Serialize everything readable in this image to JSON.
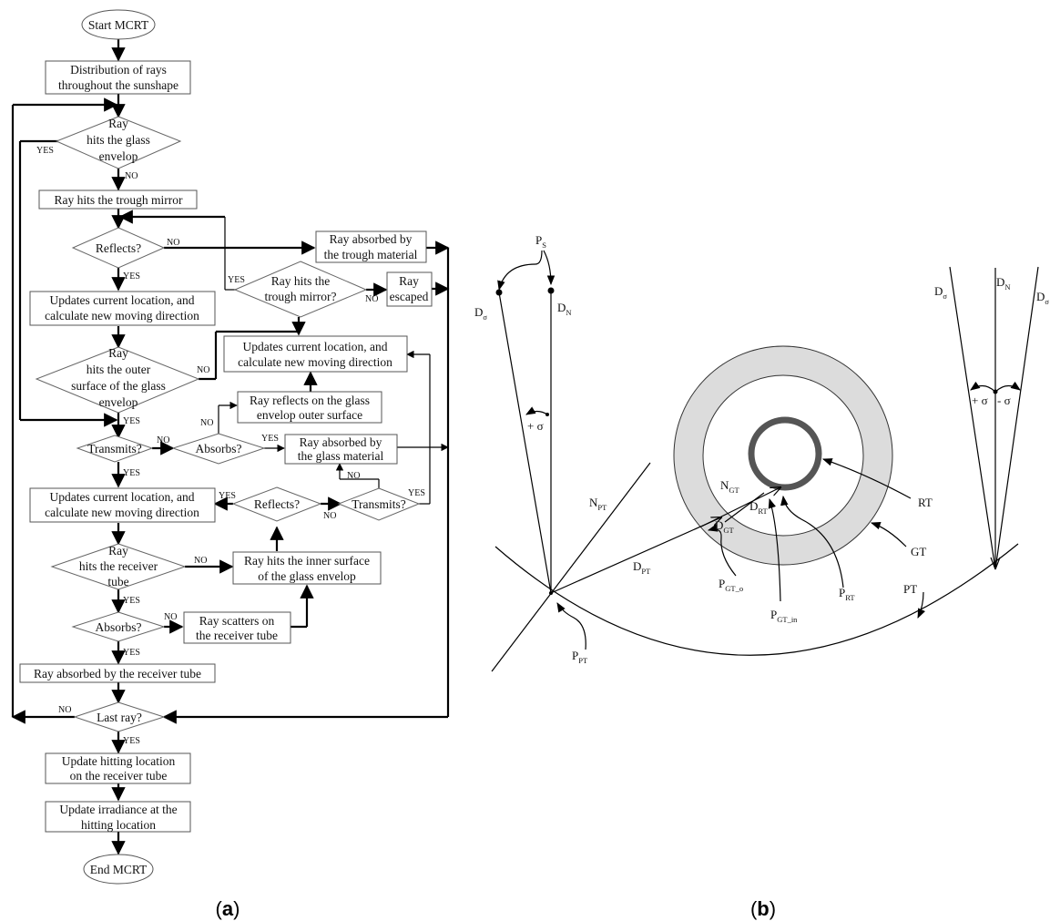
{
  "flowchart": {
    "start": "Start MCRT",
    "distribution": [
      "Distribution of rays",
      "throughout the sunshape"
    ],
    "hits_glass": [
      "Ray",
      "hits the glass",
      "envelop"
    ],
    "hits_trough": "Ray hits the trough mirror",
    "reflects_1": "Reflects?",
    "absorbed_trough": [
      "Ray absorbed by",
      "the trough material"
    ],
    "hits_trough_q": [
      "Ray hits the",
      "trough mirror?"
    ],
    "escaped": [
      "Ray",
      "escaped"
    ],
    "update_1": [
      "Updates current location, and",
      "calculate new moving direction"
    ],
    "update_2": [
      "Updates current location, and",
      "calculate new moving direction"
    ],
    "hits_outer": [
      "Ray",
      "hits the outer",
      "surface of the glass",
      "envelop"
    ],
    "reflects_outer": [
      "Ray reflects on the glass",
      "envelop outer surface"
    ],
    "transmits_1": "Transmits?",
    "absorbs_1": "Absorbs?",
    "absorbed_glass": [
      "Ray absorbed by",
      "the glass material"
    ],
    "update_3": [
      "Updates current location, and",
      "calculate new moving direction"
    ],
    "reflects_2": "Reflects?",
    "transmits_2": "Transmits?",
    "hits_receiver": [
      "Ray",
      "hits the receiver",
      "tube"
    ],
    "hits_inner": [
      "Ray hits the inner surface",
      "of the glass envelop"
    ],
    "absorbs_2": "Absorbs?",
    "scatters": [
      "Ray scatters on",
      "the receiver tube"
    ],
    "absorbed_receiver": "Ray absorbed by the receiver tube",
    "last_ray": "Last ray?",
    "update_hit": [
      "Update hitting location",
      "on the receiver tube"
    ],
    "update_irr": [
      "Update irradiance at the",
      "hitting location"
    ],
    "end": "End MCRT",
    "yes": "YES",
    "no": "NO",
    "caption": [
      "(",
      "a",
      ")"
    ]
  },
  "geometry_diagram": {
    "ps": "P",
    "ps_sub": "S",
    "d_sigma": "D",
    "sigma_sub": "σ",
    "d_n": "D",
    "n_sub": "N",
    "plus_sigma": "+ σ",
    "minus_sigma": "- σ",
    "n_pt": "N",
    "pt_sub": "PT",
    "d_pt": "D",
    "p_pt": "P",
    "n_gt": "N",
    "gt_sub": "GT",
    "d_rt": "D",
    "rt_sub": "RT",
    "d_gt": "D",
    "p_gt_o": "P",
    "gt_o_sub": "GT_o",
    "p_gt_in": "P",
    "gt_in_sub": "GT_in",
    "p_rt": "P",
    "rt_label": "RT",
    "gt_label": "GT",
    "pt_label": "PT",
    "caption": [
      "(",
      "b",
      ")"
    ]
  }
}
